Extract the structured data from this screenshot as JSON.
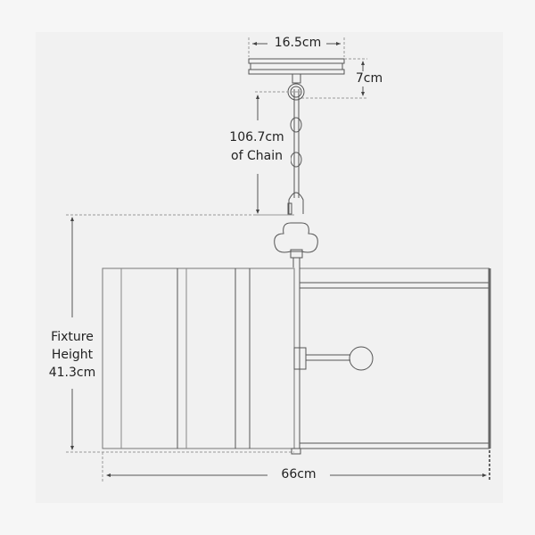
{
  "diagram": {
    "type": "pendant-light-dimension-drawing",
    "colors": {
      "background": "#f6f6f6",
      "panel": "#f1f1f1",
      "line": "#555555",
      "text": "#222222"
    },
    "dimensions": {
      "canopy_width": "16.5cm",
      "canopy_height": "7cm",
      "chain_length_line1": "106.7cm",
      "chain_length_line2": "of Chain",
      "fixture_height_line1": "Fixture",
      "fixture_height_line2": "Height",
      "fixture_height_line3": "41.3cm",
      "fixture_width": "66cm"
    }
  }
}
